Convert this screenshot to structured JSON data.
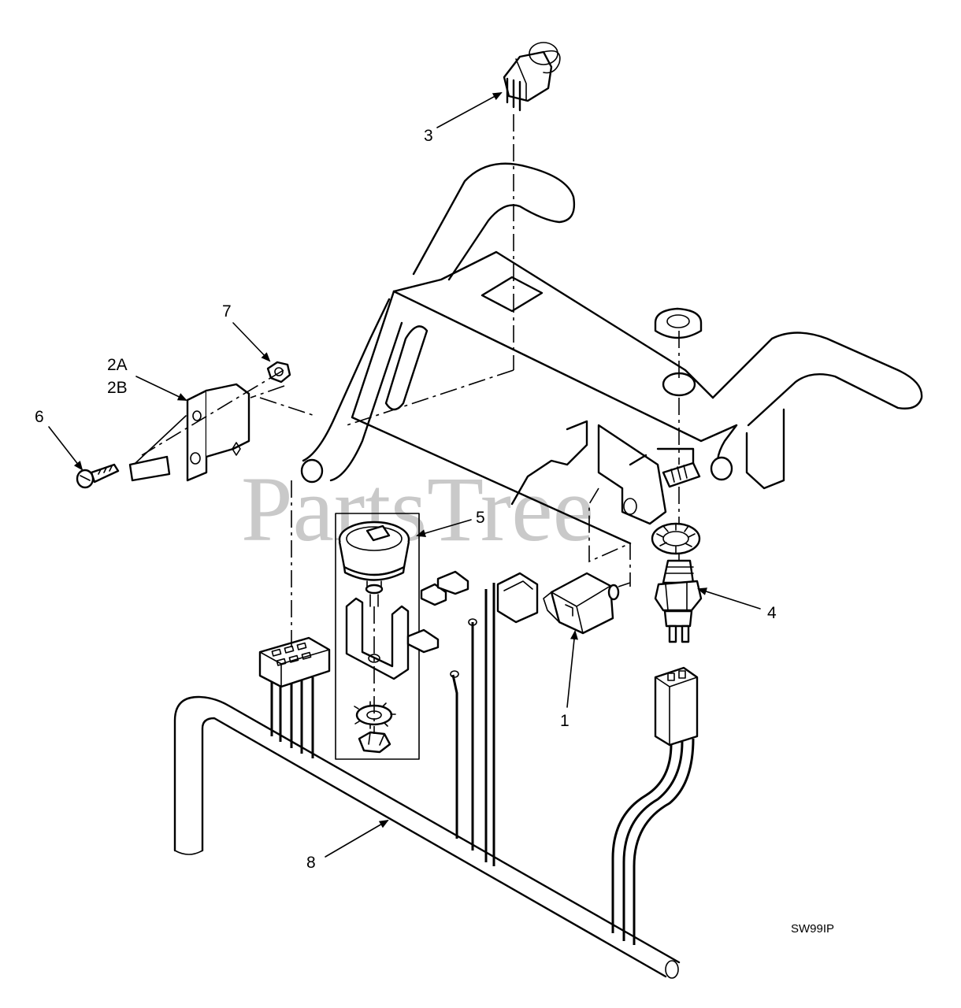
{
  "diagram": {
    "drawing_code": "SW99IP",
    "watermark": "PartsTree",
    "callouts": [
      {
        "id": "callout-1",
        "label": "1"
      },
      {
        "id": "callout-2",
        "label": "2A"
      },
      {
        "id": "callout-2b",
        "label": "2B"
      },
      {
        "id": "callout-3",
        "label": "3"
      },
      {
        "id": "callout-4",
        "label": "4"
      },
      {
        "id": "callout-5",
        "label": "5"
      },
      {
        "id": "callout-6",
        "label": "6"
      },
      {
        "id": "callout-7",
        "label": "7"
      },
      {
        "id": "callout-8",
        "label": "8"
      }
    ]
  }
}
